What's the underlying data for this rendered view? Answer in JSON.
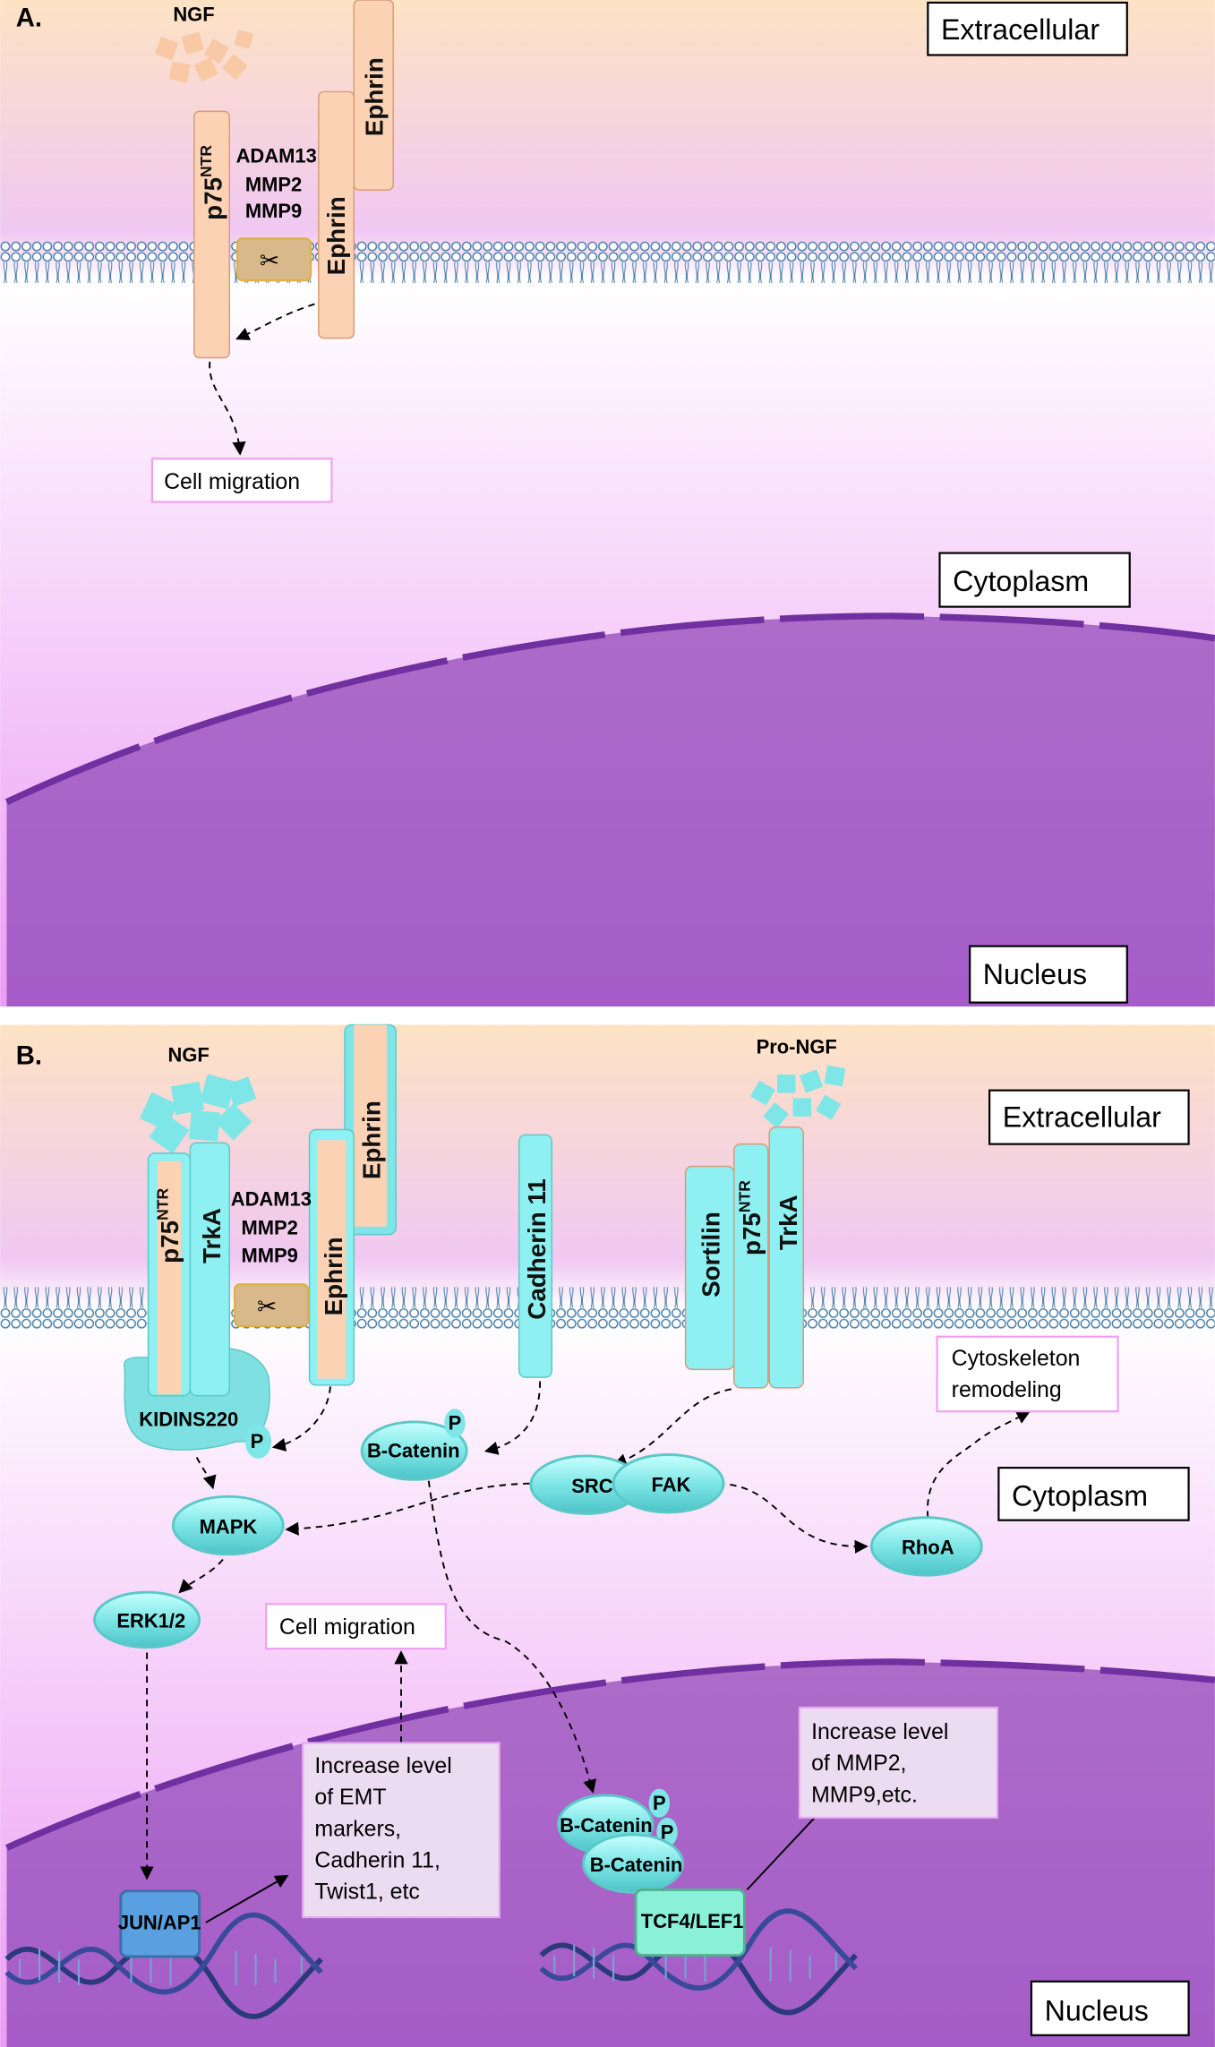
{
  "panel_a": {
    "label": "A.",
    "ligand": "NGF",
    "receptor": "p75",
    "receptor_sup": "NTR",
    "ephrin_lower": "Ephrin",
    "ephrin_upper": "Ephrin",
    "proteases": [
      "ADAM13",
      "MMP2",
      "MMP9"
    ],
    "outcome": "Cell migration",
    "regions": {
      "extracellular": "Extracellular",
      "cytoplasm": "Cytoplasm",
      "nucleus": "Nucleus"
    }
  },
  "panel_b": {
    "label": "B.",
    "ligand_left": "NGF",
    "ligand_right": "Pro-NGF",
    "receptors_left": {
      "p75": "p75",
      "sup": "NTR",
      "trka": "TrkA",
      "adaptor": "KIDINS220",
      "p": "P"
    },
    "ephrin_lower": "Ephrin",
    "ephrin_upper": "Ephrin",
    "proteases": [
      "ADAM13",
      "MMP2",
      "MMP9"
    ],
    "cadherin": "Cadherin 11",
    "receptors_right": {
      "sortilin": "Sortilin",
      "p75": "p75",
      "sup": "NTR",
      "trka": "TrkA"
    },
    "nodes": {
      "bcatenin": "B-Catenin",
      "p": "P",
      "src": "SRC",
      "fak": "FAK",
      "mapk": "MAPK",
      "rhoa": "RhoA",
      "erk": "ERK1/2",
      "jun": "JUN/AP1",
      "tcf": "TCF4/LEF1"
    },
    "cytoskeleton": [
      "Cytoskeleton",
      "remodeling"
    ],
    "cell_migration": "Cell migration",
    "emt_text": [
      "Increase level",
      "of EMT",
      "markers,",
      "Cadherin 11,",
      "Twist1, etc"
    ],
    "mmp_text": [
      "Increase level",
      "of MMP2,",
      "MMP9,etc."
    ],
    "regions": {
      "extracellular": "Extracellular",
      "cytoplasm": "Cytoplasm",
      "nucleus": "Nucleus"
    }
  },
  "colors": {
    "teal": "#8ef0f0",
    "peach": "#fbd3b4",
    "nucleus": "#a65cc8",
    "nuclear_envelope": "#7030a0",
    "membrane": "#4a7fa8"
  }
}
